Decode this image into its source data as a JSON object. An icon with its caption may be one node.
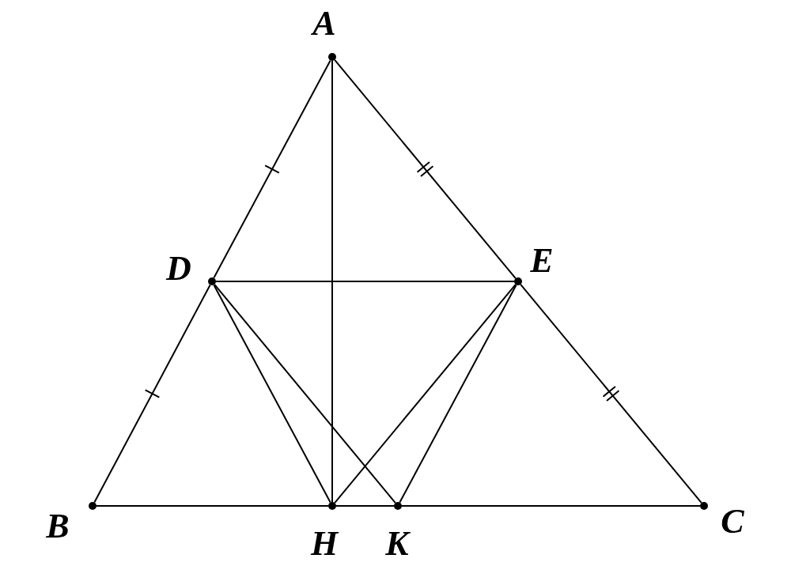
{
  "diagram": {
    "nodes": [
      {
        "text": [
          "A"
        ]
      },
      {
        "text": [
          "B"
        ]
      },
      {
        "text": [
          "C"
        ]
      },
      {
        "text": [
          "D"
        ]
      },
      {
        "text": [
          "E"
        ]
      },
      {
        "text": [
          "H"
        ]
      },
      {
        "text": [
          "K"
        ]
      }
    ],
    "edges": [
      {
        "from": 0,
        "to": 3,
        "arrow": "none"
      },
      {
        "from": 3,
        "to": 1,
        "arrow": "none"
      },
      {
        "from": 0,
        "to": 4,
        "arrow": "none"
      },
      {
        "from": 4,
        "to": 2,
        "arrow": "none"
      },
      {
        "from": 1,
        "to": 5,
        "arrow": "none"
      },
      {
        "from": 5,
        "to": 6,
        "arrow": "none"
      },
      {
        "from": 6,
        "to": 2,
        "arrow": "none"
      },
      {
        "from": 0,
        "to": 5,
        "arrow": "none"
      },
      {
        "from": 3,
        "to": 4,
        "arrow": "none"
      },
      {
        "from": 3,
        "to": 5,
        "arrow": "none"
      },
      {
        "from": 3,
        "to": 6,
        "arrow": "none"
      },
      {
        "from": 4,
        "to": 5,
        "arrow": "none"
      },
      {
        "from": 4,
        "to": 6,
        "arrow": "none"
      }
    ]
  }
}
